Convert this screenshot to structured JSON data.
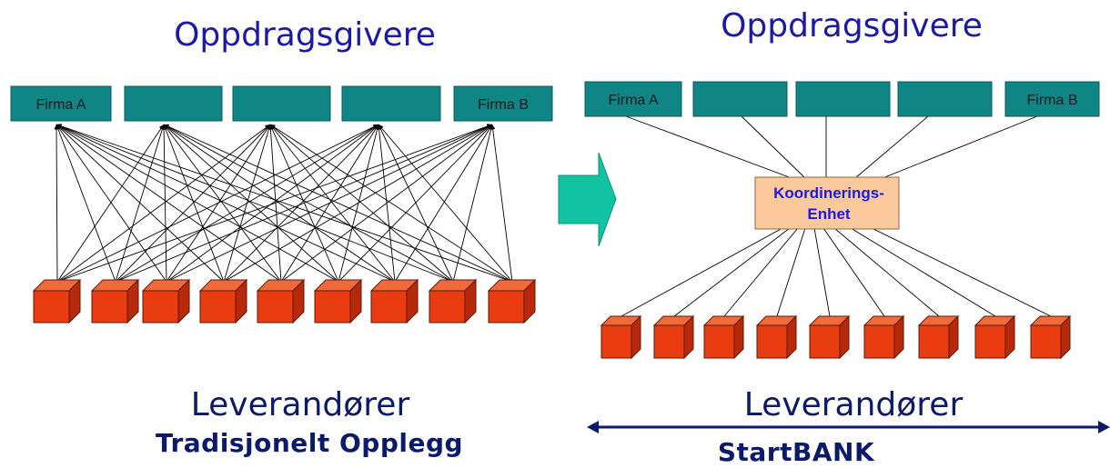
{
  "left": {
    "top_title": "Oppdragsgivere",
    "firm_labels": [
      "Firma A",
      "",
      "",
      "",
      "Firma B"
    ],
    "bottom_title": "Leverandører",
    "subtitle": "Tradisjonelt Opplegg",
    "supplier_count": 9
  },
  "right": {
    "top_title": "Oppdragsgivere",
    "firm_labels": [
      "Firma A",
      "",
      "",
      "",
      "Firma B"
    ],
    "coordinator_line1": "Koordinerings-",
    "coordinator_line2": "Enhet",
    "bottom_title": "Leverandører",
    "subtitle": "StartBANK",
    "supplier_count": 9
  },
  "colors": {
    "firm_fill": "#0f8585",
    "supplier_front": "#e93c10",
    "supplier_top": "#f26a3c",
    "supplier_side": "#b8280a",
    "coordinator_fill": "#fcc99c",
    "arrow_fill": "#12c3a3",
    "title_blue": "#1b1aa8",
    "dark_navy": "#0b1a6a"
  }
}
